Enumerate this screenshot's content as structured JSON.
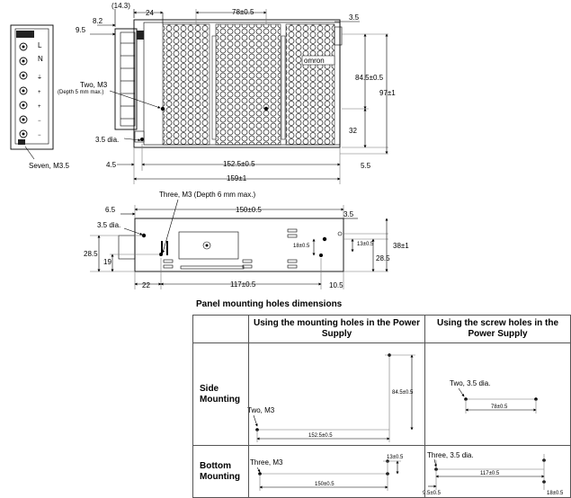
{
  "front_view": {
    "dims": {
      "top_offset": "(14.3)",
      "w24": "24",
      "w78": "78±0.5",
      "w3_5_top": "3.5",
      "d9_5": "9.5",
      "d8_2": "8.2",
      "h84_5": "84.5±0.5",
      "h97": "97±1",
      "h32": "32",
      "d5_5": "5.5",
      "d4_5": "4.5",
      "w152_5": "152.5±0.5",
      "w159": "159±1",
      "hole_3_5": "3.5 dia."
    },
    "labels": {
      "two_m3": "Two, M3",
      "depth_5": "(Depth 5 mm max.)",
      "seven_m3_5": "Seven, M3.5",
      "brand": "omron"
    },
    "terminals": [
      "L",
      "N"
    ]
  },
  "bottom_view": {
    "dims": {
      "three_m3": "Three, M3 (Depth 6 mm max.)",
      "d6_5": "6.5",
      "w150": "150±0.5",
      "d3_5_right": "3.5",
      "hole_3_5": "3.5 dia.",
      "d28_5_left": "28.5",
      "d19": "19",
      "d18": "18±0.5",
      "d13": "13±0.5",
      "d38": "38±1",
      "d28_5_right": "28.5",
      "d22": "22",
      "w117": "117±0.5",
      "d10_5": "10.5"
    }
  },
  "panel": {
    "title": "Panel mounting holes dimensions",
    "col_mounting_holes": "Using the mounting holes in the Power Supply",
    "col_screw_holes": "Using the screw holes in the Power Supply",
    "row_side": "Side Mounting",
    "row_bottom": "Bottom Mounting",
    "side_holes": {
      "label": "Two, M3",
      "h": "84.5±0.5",
      "w": "152.5±0.5"
    },
    "side_screws": {
      "label": "Two, 3.5 dia.",
      "w": "78±0.5"
    },
    "bottom_holes": {
      "label": "Three, M3",
      "h": "13±0.5",
      "w": "150±0.5"
    },
    "bottom_screws": {
      "label": "Three, 3.5 dia.",
      "w": "117±0.5",
      "left": "9.5±0.5",
      "right": "18±0.5"
    }
  }
}
